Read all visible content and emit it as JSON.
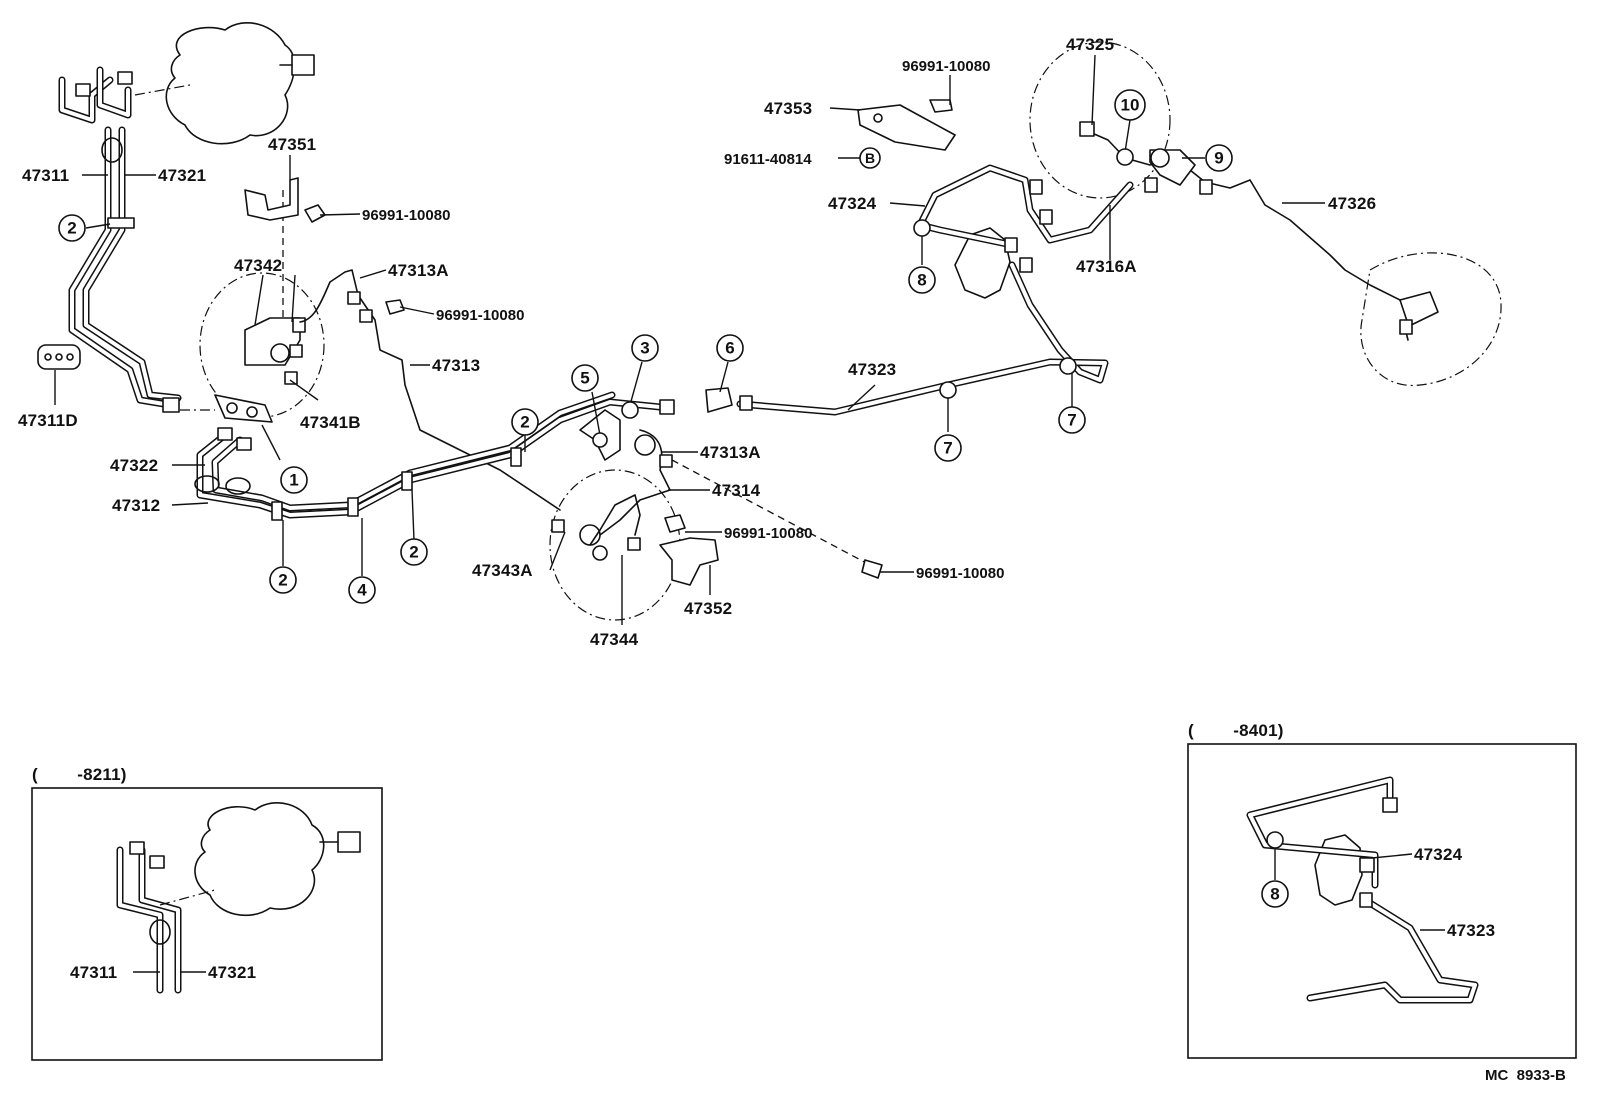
{
  "parts": {
    "p47311_main": "47311",
    "p47321_main": "47321",
    "p47351": "47351",
    "p96991_a": "96991-10080",
    "p47342": "47342",
    "p47313A_top": "47313A",
    "p96991_b": "96991-10080",
    "p47313": "47313",
    "p47341B": "47341B",
    "p47311D": "47311D",
    "p47322": "47322",
    "p47312": "47312",
    "p47323_main": "47323",
    "p47313A_mid": "47313A",
    "p47314": "47314",
    "p96991_c": "96991-10080",
    "p96991_d": "96991-10080",
    "p47343A": "47343A",
    "p47352": "47352",
    "p47344": "47344",
    "p96991_e": "96991-10080",
    "p47353": "47353",
    "p91611": "91611-40814",
    "p47324_main": "47324",
    "p47325": "47325",
    "p47326": "47326",
    "p47316A": "47316A",
    "p47311_inset": "47311",
    "p47321_inset": "47321",
    "p47324_inset": "47324",
    "p47323_inset": "47323"
  },
  "callouts": {
    "c1": "1",
    "c2": "2",
    "c3": "3",
    "c4": "4",
    "c5": "5",
    "c6": "6",
    "c7": "7",
    "c8": "8",
    "c9": "9",
    "c10": "10",
    "cB": "B"
  },
  "insets": {
    "left_label": "(        -8211)",
    "right_label": "(        -8401)"
  },
  "footer": {
    "code": "MC  8933-B"
  }
}
